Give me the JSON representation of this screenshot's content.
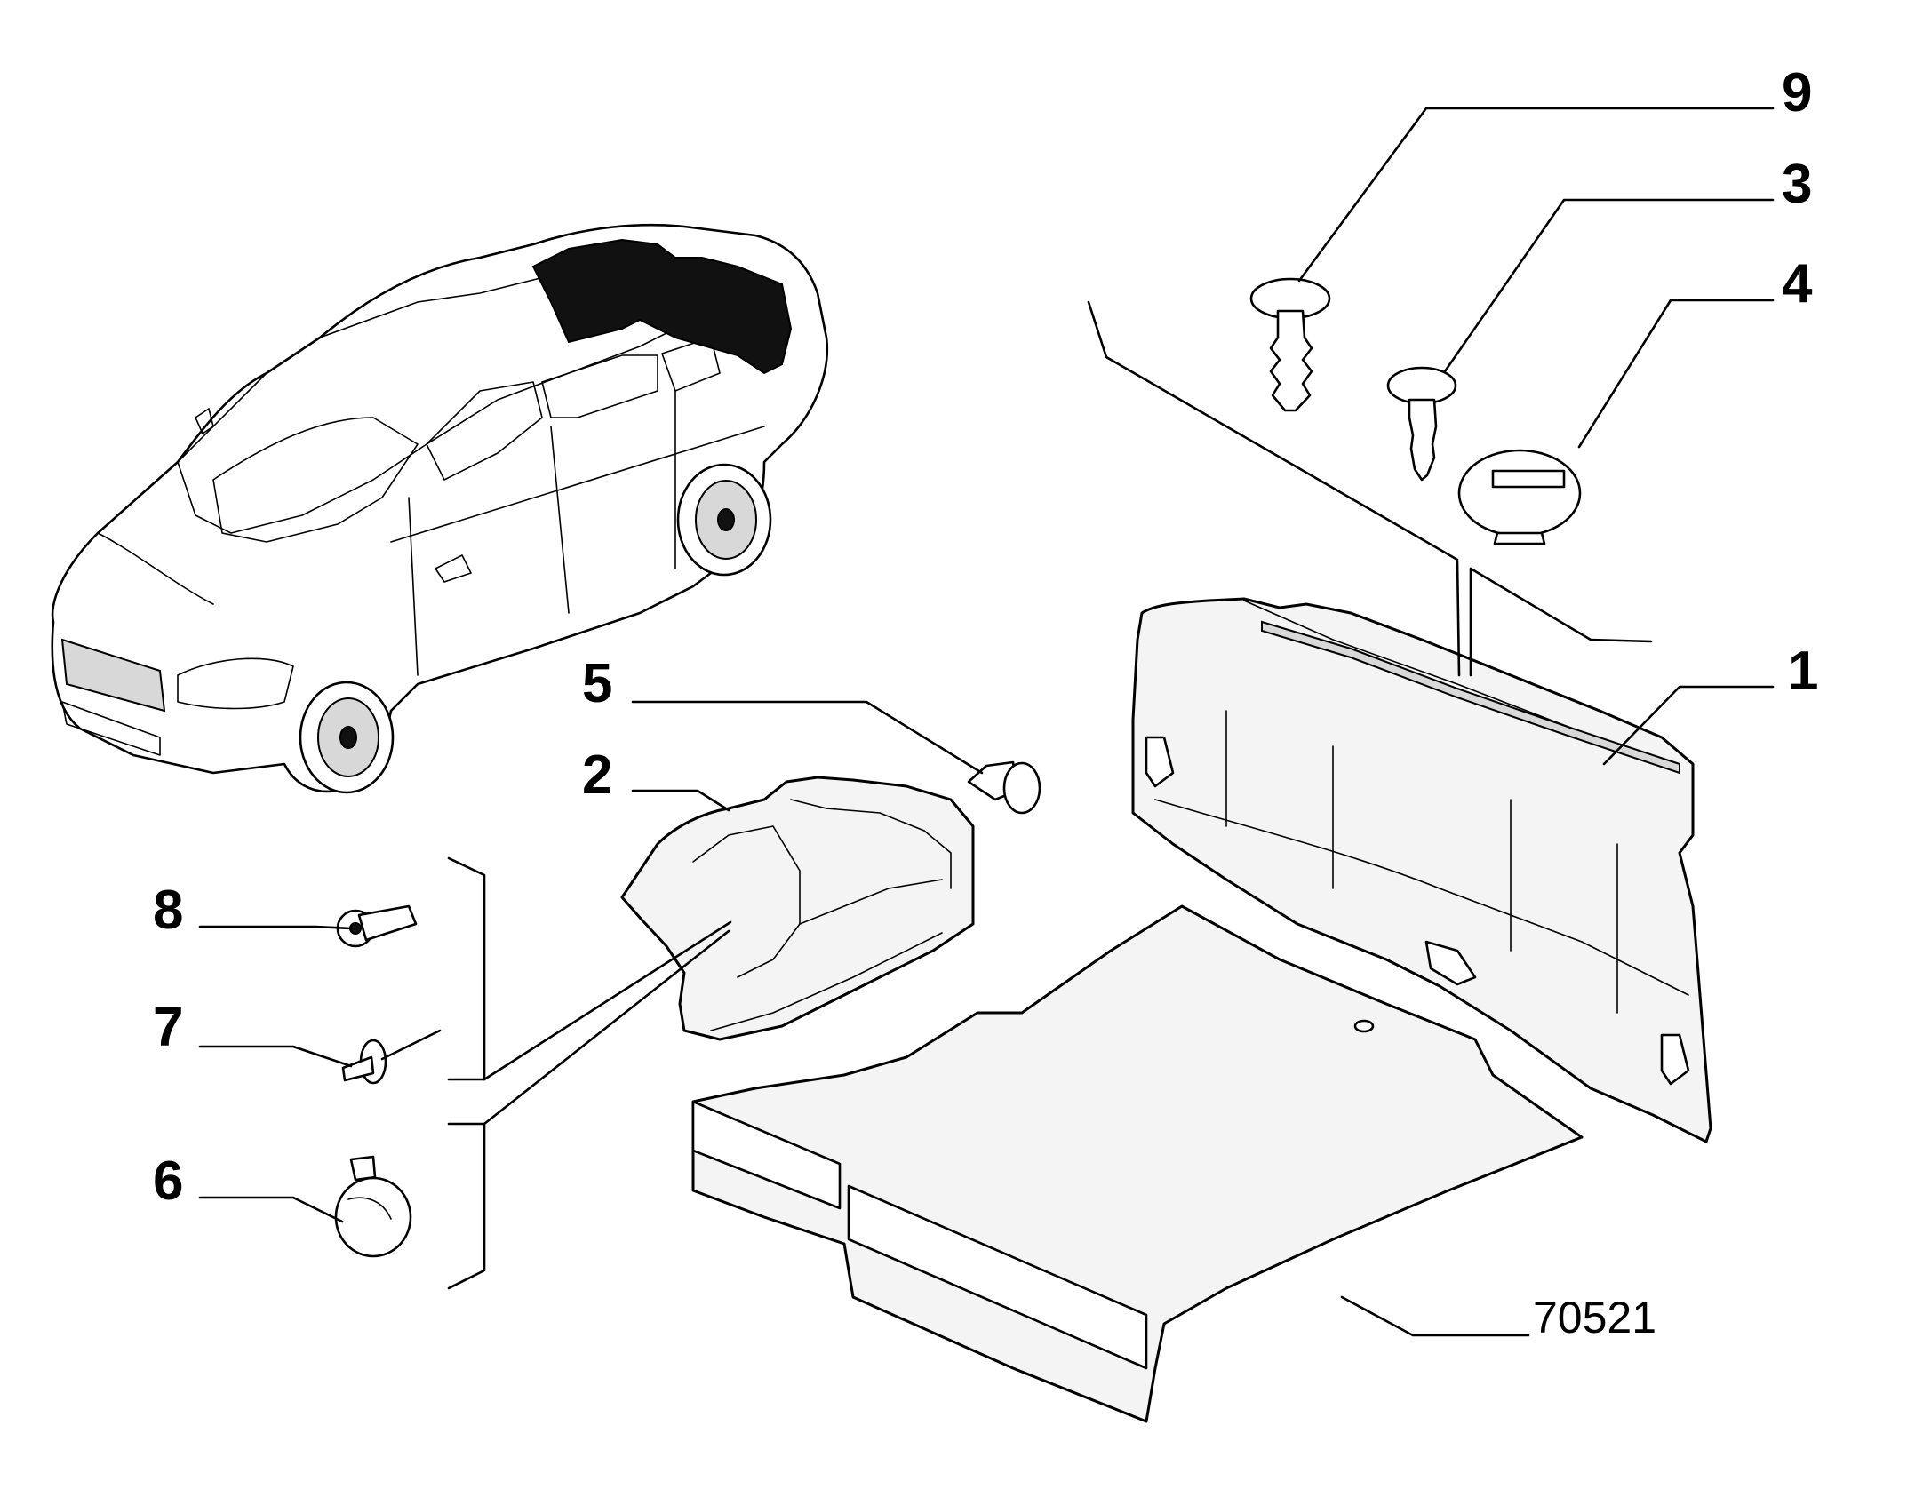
{
  "diagram": {
    "drawing_number": "70521",
    "callouts": [
      {
        "id": "c9",
        "label": "9"
      },
      {
        "id": "c3",
        "label": "3"
      },
      {
        "id": "c4",
        "label": "4"
      },
      {
        "id": "c1",
        "label": "1"
      },
      {
        "id": "c5",
        "label": "5"
      },
      {
        "id": "c2",
        "label": "2"
      },
      {
        "id": "c8",
        "label": "8"
      },
      {
        "id": "c7",
        "label": "7"
      },
      {
        "id": "c6",
        "label": "6"
      }
    ]
  }
}
